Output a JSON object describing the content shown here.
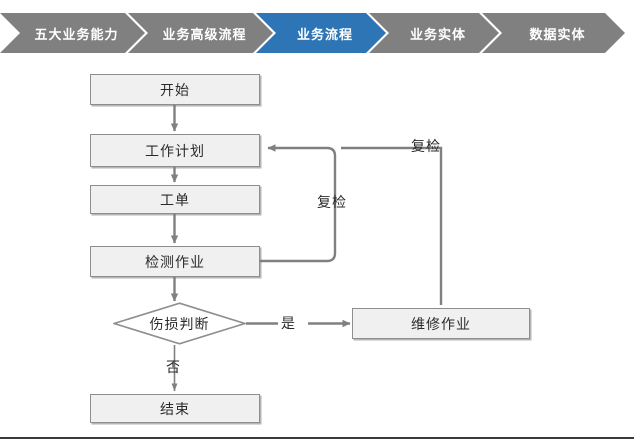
{
  "breadcrumb": {
    "items": [
      {
        "label": "五大业务能力",
        "state": "inactive"
      },
      {
        "label": "业务高级流程",
        "state": "inactive"
      },
      {
        "label": "业务流程",
        "state": "active"
      },
      {
        "label": "业务实体",
        "state": "inactive"
      },
      {
        "label": "数据实体",
        "state": "inactive"
      }
    ],
    "active_color": "#2e75b6",
    "inactive_color": "#808080",
    "text_color": "#ffffff"
  },
  "flowchart": {
    "type": "flowchart",
    "node_fill": "#f0f0f0",
    "node_border": "#8e8e8e",
    "connector_color": "#808080",
    "nodes": [
      {
        "id": "start",
        "label": "开始",
        "shape": "rect"
      },
      {
        "id": "work_plan",
        "label": "工作计划",
        "shape": "rect"
      },
      {
        "id": "work_order",
        "label": "工单",
        "shape": "rect"
      },
      {
        "id": "inspection",
        "label": "检测作业",
        "shape": "rect"
      },
      {
        "id": "judgement",
        "label": "伤损判断",
        "shape": "diamond"
      },
      {
        "id": "repair",
        "label": "维修作业",
        "shape": "rect"
      },
      {
        "id": "end",
        "label": "结束",
        "shape": "rect"
      }
    ],
    "edges": [
      {
        "from": "start",
        "to": "work_plan",
        "label": ""
      },
      {
        "from": "work_plan",
        "to": "work_order",
        "label": ""
      },
      {
        "from": "work_order",
        "to": "inspection",
        "label": ""
      },
      {
        "from": "inspection",
        "to": "judgement",
        "label": ""
      },
      {
        "from": "judgement",
        "to": "repair",
        "label": "是"
      },
      {
        "from": "judgement",
        "to": "end",
        "label": "否"
      },
      {
        "from": "inspection",
        "to": "work_plan",
        "label": "复检"
      },
      {
        "from": "repair",
        "to": "work_plan",
        "label": "复检"
      }
    ],
    "labels": {
      "yes": "是",
      "no": "否",
      "recheck_inner": "复检",
      "recheck_outer": "复检"
    }
  }
}
